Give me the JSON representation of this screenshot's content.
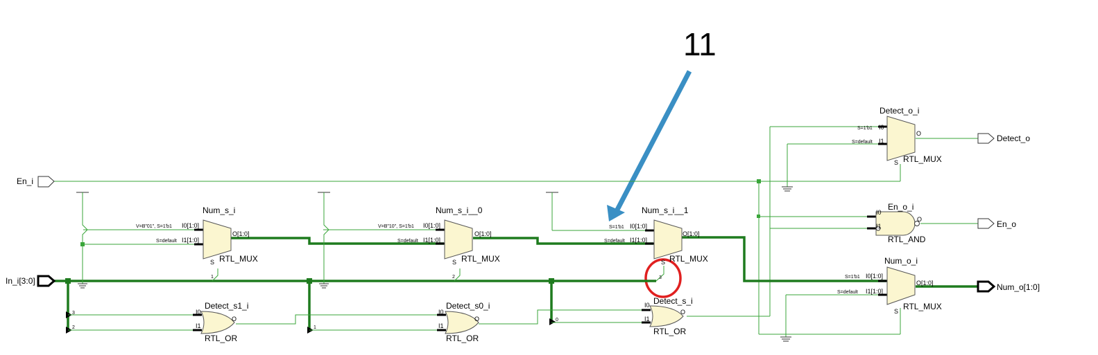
{
  "annotation": {
    "number": "11"
  },
  "ports": {
    "en_i": "En_i",
    "in_i": "In_i[3:0]",
    "detect_o": "Detect_o",
    "en_o": "En_o",
    "num_o": "Num_o[1:0]"
  },
  "cells": {
    "num_s_i": {
      "name": "Num_s_i",
      "type": "RTL_MUX",
      "i0": "I0[1:0]",
      "i1": "I1[1:0]",
      "o": "O[1:0]",
      "s": "S",
      "attr0": "V=B\"01\", S=1'b1",
      "attr1": "S=default",
      "sel_bit": "1"
    },
    "num_s_i_0": {
      "name": "Num_s_i__0",
      "type": "RTL_MUX",
      "i0": "I0[1:0]",
      "i1": "I1[1:0]",
      "o": "O[1:0]",
      "s": "S",
      "attr0": "V=B\"10\", S=1'b1",
      "attr1": "S=default",
      "sel_bit": "2"
    },
    "num_s_i_1": {
      "name": "Num_s_i__1",
      "type": "RTL_MUX",
      "i0": "I0[1:0]",
      "i1": "I1[1:0]",
      "o": "O[1:0]",
      "s": "S",
      "attr0": "S=1'b1",
      "attr1": "S=default",
      "sel_bit": "3"
    },
    "detect_o_i": {
      "name": "Detect_o_i",
      "type": "RTL_MUX",
      "i0": "I0",
      "i1": "I1",
      "o": "O",
      "s": "S",
      "attr0": "S=1'b1",
      "attr1": "S=default"
    },
    "en_o_i": {
      "name": "En_o_i",
      "type": "RTL_AND",
      "i0": "I0",
      "i1": "I1",
      "o": "O"
    },
    "num_o_i": {
      "name": "Num_o_i",
      "type": "RTL_MUX",
      "i0": "I0[1:0]",
      "i1": "I1[1:0]",
      "o": "O[1:0]",
      "s": "S",
      "attr0": "S=1'b1",
      "attr1": "S=default"
    },
    "detect_s1_i": {
      "name": "Detect_s1_i",
      "type": "RTL_OR",
      "i0": "I0",
      "i1": "I1",
      "o": "O",
      "bit_a": "3",
      "bit_b": "2"
    },
    "detect_s0_i": {
      "name": "Detect_s0_i",
      "type": "RTL_OR",
      "i0": "I0",
      "i1": "I1",
      "o": "O",
      "bit_a": "1"
    },
    "detect_s_i": {
      "name": "Detect_s_i",
      "type": "RTL_OR",
      "i0": "I0",
      "i1": "I1",
      "o": "O",
      "bit_a": "0"
    }
  },
  "colors": {
    "bus": "#1e7b1e",
    "wire": "#3aa63a",
    "cell_fill": "#fbf6d0",
    "arrow": "#3a8fc4",
    "highlight": "#e02020"
  }
}
